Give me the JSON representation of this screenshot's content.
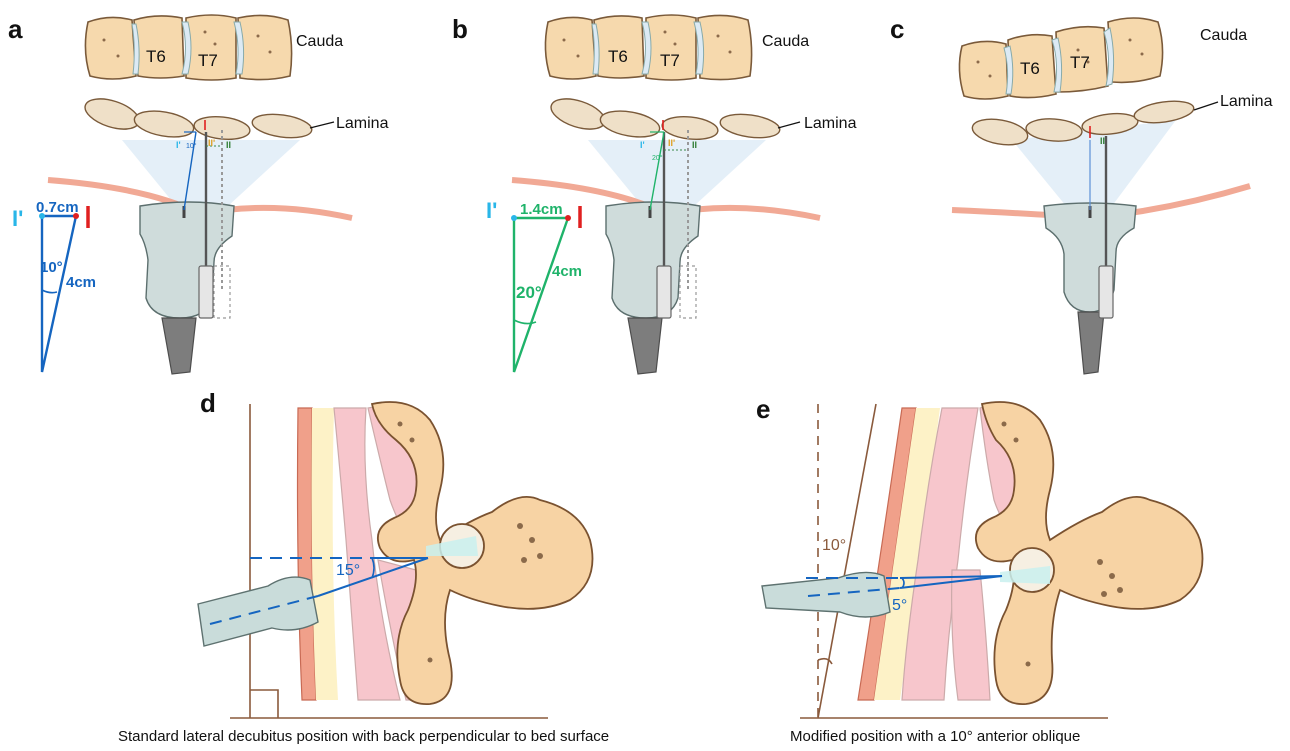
{
  "panels": {
    "a": {
      "letter": "a",
      "vertebra_labels": [
        "T6",
        "T7"
      ],
      "cauda_label": "Cauda",
      "lamina_label": "Lamina",
      "small_angle": "10°",
      "marks": {
        "i_prime": "I'",
        "i_dprime": "II'",
        "ii": "II"
      },
      "triangle": {
        "i_prime": "I'",
        "distance": "0.7cm",
        "angle": "10°",
        "hyp": "4cm"
      }
    },
    "b": {
      "letter": "b",
      "vertebra_labels": [
        "T6",
        "T7"
      ],
      "cauda_label": "Cauda",
      "lamina_label": "Lamina",
      "small_angle": "20°",
      "marks": {
        "i_prime": "I'",
        "i_dprime": "II'",
        "ii": "II"
      },
      "triangle": {
        "i_prime": "I'",
        "distance": "1.4cm",
        "angle": "20°",
        "hyp": "4cm"
      }
    },
    "c": {
      "letter": "c",
      "vertebra_labels": [
        "T6",
        "T7"
      ],
      "cauda_label": "Cauda",
      "lamina_label": "Lamina",
      "marks": {
        "ii": "II"
      }
    },
    "d": {
      "letter": "d",
      "angle": "15°",
      "caption": "Standard lateral decubitus position with back perpendicular to bed surface"
    },
    "e": {
      "letter": "e",
      "tilt_angle": "10°",
      "angle": "5°",
      "caption": "Modified position with a 10° anterior oblique"
    }
  },
  "colors": {
    "blue_line": "#1565c0",
    "green_line": "#1fb36a",
    "cyan_mark": "#29b6e8",
    "red_mark": "#e02020",
    "skin": "#f1a995",
    "bone": "#f6d9ad"
  }
}
